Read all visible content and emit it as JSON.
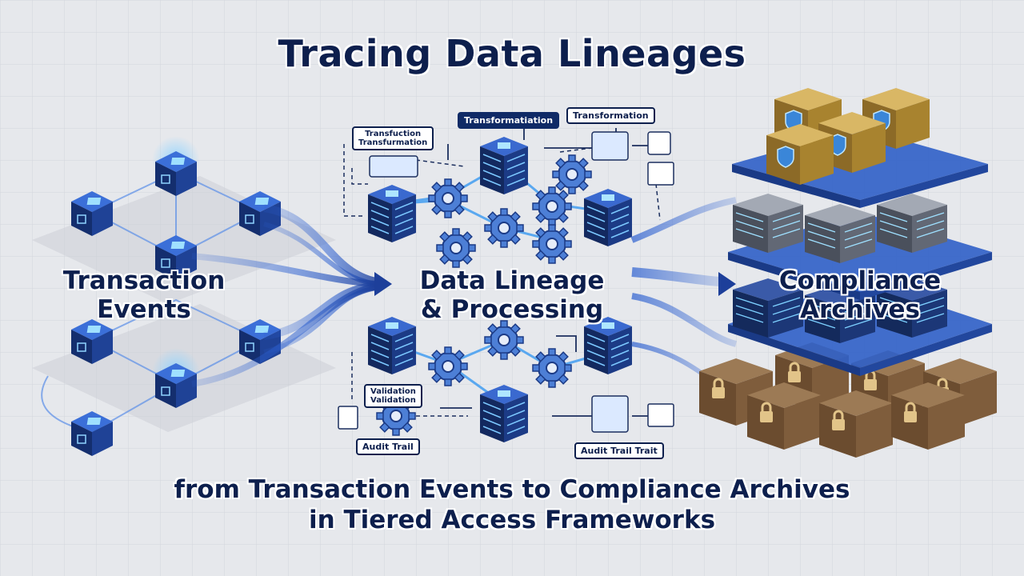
{
  "title": "Tracing Data Lineages",
  "subtitle_line1": "from Transaction Events to Compliance Archives",
  "subtitle_line2": "in Tiered Access Frameworks",
  "sections": {
    "left": {
      "line1": "Transaction",
      "line2": "Events"
    },
    "middle": {
      "line1": "Data Lineage",
      "line2": "& Processing"
    },
    "right": {
      "line1": "Compliance",
      "line2": "Archives"
    }
  },
  "labels": {
    "transformation_top_left_1": "Transfuction",
    "transformation_top_left_2": "Transfurmation",
    "transformation_top_center": "Transformatiation",
    "transformation_top_right": "Transformation",
    "validation_1": "Validation",
    "validation_2": "Validation",
    "audit_left": "Audit Trail",
    "audit_right": "Audit Trail Trait"
  },
  "colors": {
    "accent_blue": "#1e56c8",
    "navy": "#0d1f4d",
    "glow": "#5ab8ff",
    "gold": "#b88a2e",
    "bronze": "#7a5a3a",
    "background": "#e6e8ec"
  },
  "icons": {
    "source_node": "cube-chip-icon",
    "processing_node": "server-cube-icon",
    "gear": "gear-icon",
    "archive_lock": "padlock-icon",
    "archive_shield": "shield-icon"
  }
}
